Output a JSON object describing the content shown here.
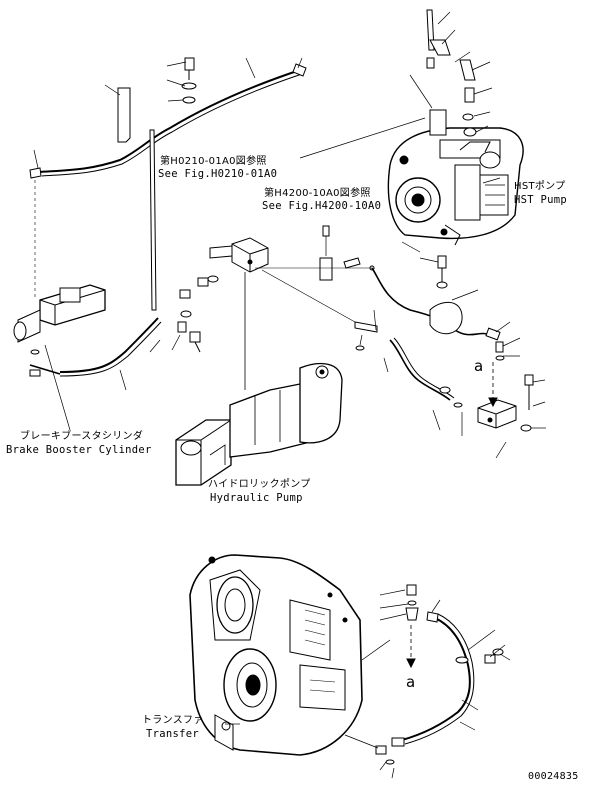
{
  "labels": {
    "ref_h0210_jp": "第H0210-01A0図参照",
    "ref_h0210_en": "See Fig.H0210-01A0",
    "ref_h4200_jp": "第H4200-10A0図参照",
    "ref_h4200_en": "See Fig.H4200-10A0",
    "hst_pump_jp": "HSTポンプ",
    "hst_pump_en": "HST Pump",
    "brake_booster_jp": "ブレーキブースタシリンダ",
    "brake_booster_en": "Brake Booster Cylinder",
    "hydraulic_pump_jp": "ハイドロリックポンプ",
    "hydraulic_pump_en": "Hydraulic Pump",
    "transfer_jp": "トランスファ",
    "transfer_en": "Transfer",
    "marker_a_upper": "a",
    "marker_a_lower": "a",
    "drawing_number": "00024835"
  }
}
